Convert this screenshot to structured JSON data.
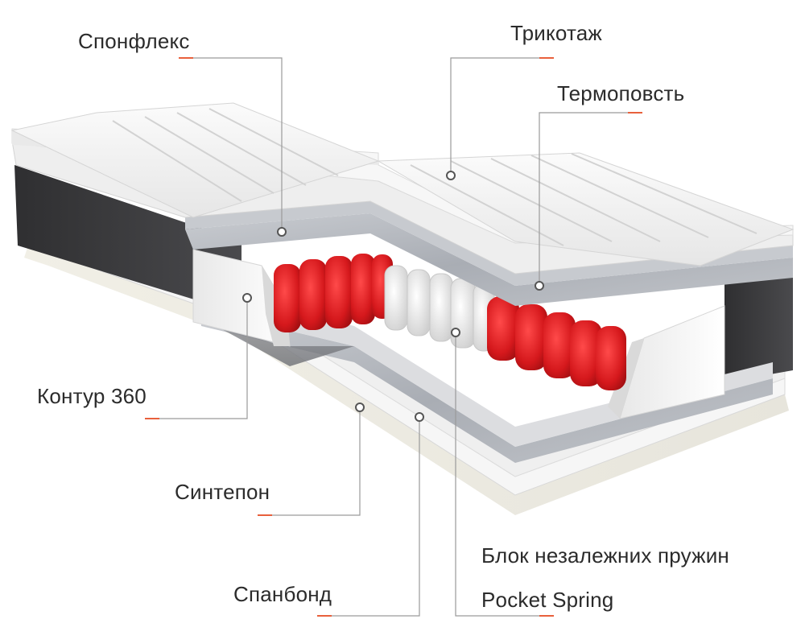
{
  "labels": {
    "sponflex": "Спонфлекс",
    "trikotazh": "Трикотаж",
    "termopovst": "Термоповсть",
    "kontur": "Контур 360",
    "sintepon": "Синтепон",
    "blok": "Блок незалежних пружин",
    "pocket": "Pocket Spring",
    "spanbond": "Спанбонд"
  },
  "colors": {
    "accent_dash": "#e8603c",
    "leader_line": "#9a9a9a",
    "cover": "#f4f4f4",
    "side_fabric": "#3a3a3c",
    "felt": "#b9bcc2",
    "spring_red": "#d9262a",
    "spring_white": "#eeeeee",
    "foam": "#f2f2f2"
  }
}
